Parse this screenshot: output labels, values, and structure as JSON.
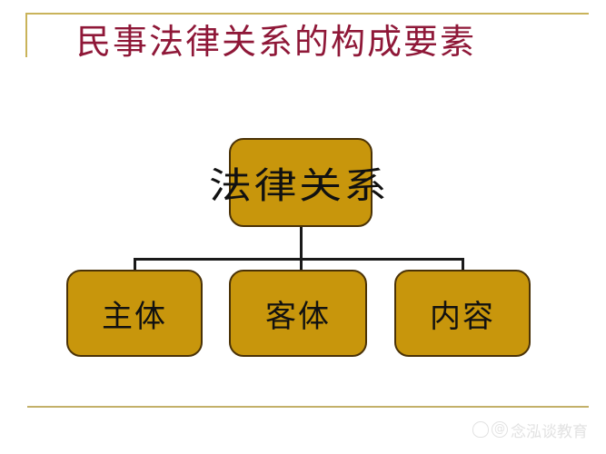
{
  "slide": {
    "title": "民事法律关系的构成要素",
    "title_color": "#8f1838",
    "background_color": "#ffffff",
    "frame_rule_color": "#c9b35a"
  },
  "diagram": {
    "type": "hierarchy",
    "node_fill_color": "#c8960c",
    "node_border_color": "#4a3207",
    "connector_color": "#1a1a1a",
    "root": {
      "label": "法律关系"
    },
    "children": [
      {
        "label": "主体"
      },
      {
        "label": "客体"
      },
      {
        "label": "内容"
      }
    ]
  },
  "watermark": {
    "paw_icon": "baidu-paw-icon",
    "at_icon": "at-sign-icon",
    "text": "念泓谈教育"
  }
}
